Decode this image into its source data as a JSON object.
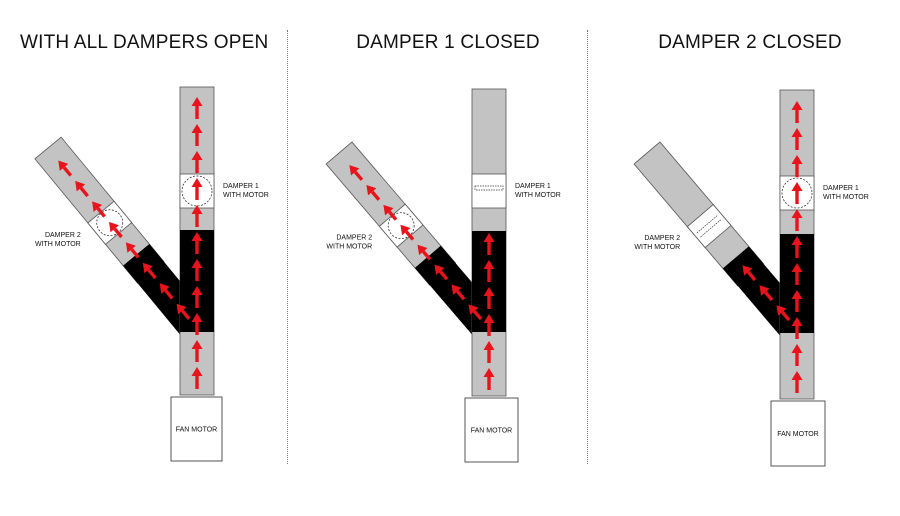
{
  "panels": [
    {
      "title": "WITH ALL DAMPERS OPEN",
      "damper1_label": [
        "DAMPER 1",
        "WITH MOTOR"
      ],
      "damper2_label": [
        "DAMPER 2",
        "WITH MOTOR"
      ],
      "fan_label": "FAN MOTOR",
      "damper1_state": "open",
      "damper2_state": "open"
    },
    {
      "title": "DAMPER 1 CLOSED",
      "damper1_label": [
        "DAMPER 1",
        "WITH MOTOR"
      ],
      "damper2_label": [
        "DAMPER 2",
        "WITH MOTOR"
      ],
      "fan_label": "FAN MOTOR",
      "damper1_state": "closed",
      "damper2_state": "open"
    },
    {
      "title": "DAMPER 2 CLOSED",
      "damper1_label": [
        "DAMPER 1",
        "WITH MOTOR"
      ],
      "damper2_label": [
        "DAMPER 2",
        "WITH MOTOR"
      ],
      "fan_label": "FAN MOTOR",
      "damper1_state": "open",
      "damper2_state": "closed"
    }
  ],
  "colors": {
    "duct": "#c3c3c3",
    "junction": "#000000",
    "arrow": "#e8141c",
    "outline": "#555555"
  }
}
